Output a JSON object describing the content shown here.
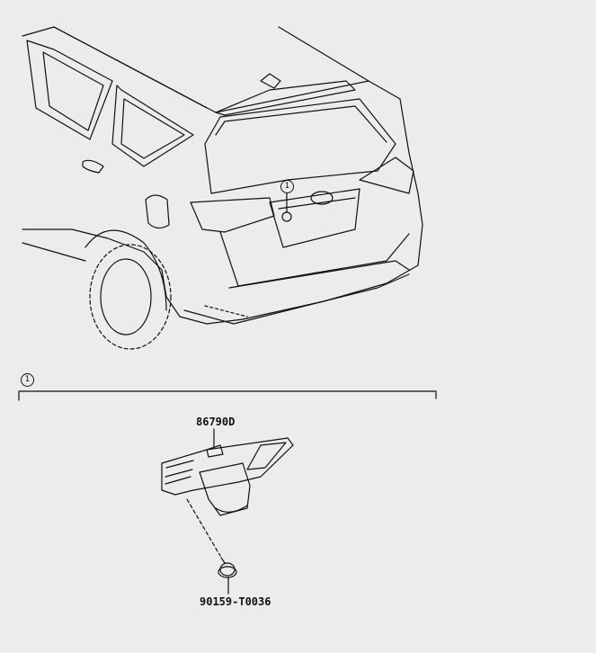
{
  "diagram": {
    "vehicle_callout": "1",
    "section_callout": "1",
    "parts": [
      {
        "part_number": "86790D",
        "name": "camera-assembly"
      },
      {
        "part_number": "90159-T0036",
        "name": "screw"
      }
    ],
    "line_color": "#111111",
    "background": "#ececec"
  }
}
